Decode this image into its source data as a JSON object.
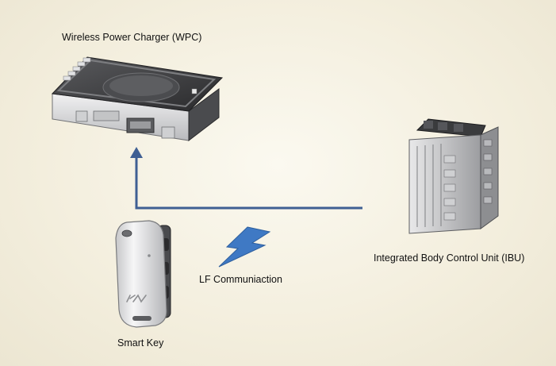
{
  "labels": {
    "wpc": "Wireless Power Charger (WPC)",
    "ibu": "Integrated Body Control Unit (IBU)",
    "lf": "LF Communiaction",
    "smart_key": "Smart Key"
  },
  "colors": {
    "connection_line": "#3f5f93",
    "lightning": "#3f79c4",
    "device_body": "#d8d9db",
    "device_dark": "#2c2c2e"
  },
  "icons": {
    "wpc": "wireless-charger-icon",
    "ibu": "control-module-icon",
    "key": "smart-key-fob-icon",
    "lf": "lightning-icon"
  }
}
